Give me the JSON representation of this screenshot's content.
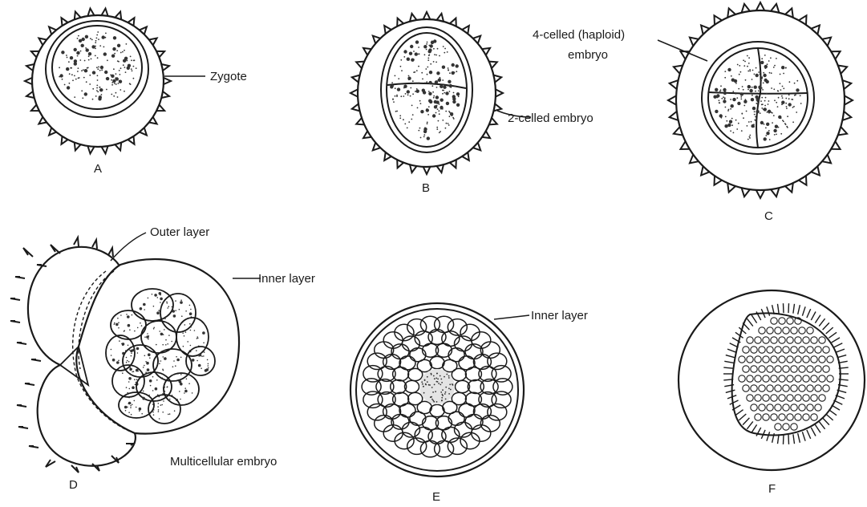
{
  "colors": {
    "ink": "#1a1a1a",
    "background": "#ffffff"
  },
  "panels": {
    "A": {
      "caption": "A",
      "labels": {
        "zygote": "Zygote"
      }
    },
    "B": {
      "caption": "B",
      "labels": {
        "two_celled": "2-celled embryo"
      }
    },
    "C": {
      "caption": "C",
      "labels": {
        "four_celled_line1": "4-celled (haploid)",
        "four_celled_line2": "embryo"
      }
    },
    "D": {
      "caption": "D",
      "labels": {
        "outer_layer": "Outer layer",
        "inner_layer": "Inner layer",
        "multicellular": "Multicellular embryo"
      }
    },
    "E": {
      "caption": "E",
      "labels": {
        "inner_layer": "Inner layer"
      }
    },
    "F": {
      "caption": "F"
    }
  }
}
